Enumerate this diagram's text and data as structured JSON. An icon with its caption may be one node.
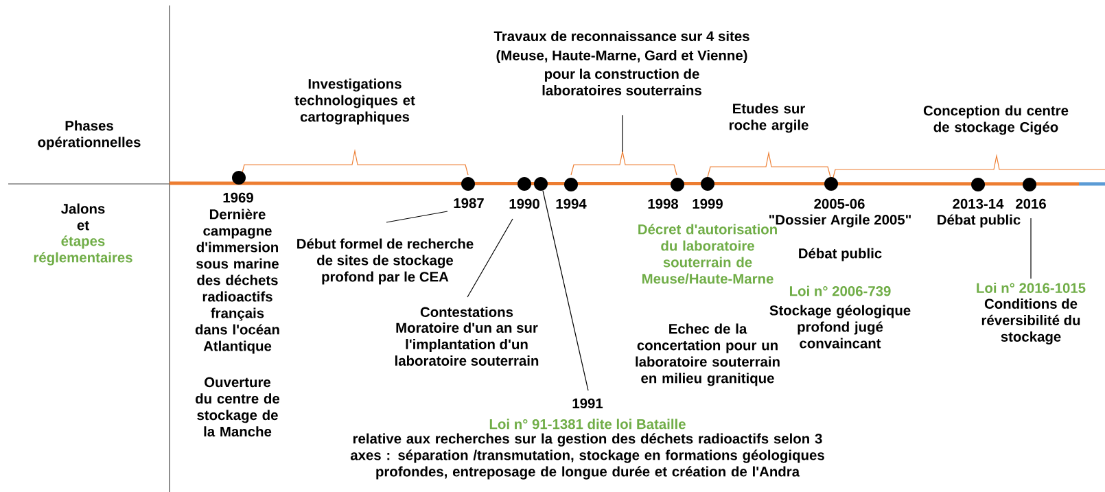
{
  "diagram": {
    "nodes": [
      {
        "text": [],
        "shape": "circle",
        "beside": [
          "1969",
          "Dernière campagne d'immersion sous marine des déchets radioactifs français dans l'océan Atlantique",
          "Ouverture du centre de stockage de la Manche"
        ]
      },
      {
        "text": [],
        "shape": "circle",
        "beside": [
          "1987"
        ]
      },
      {
        "text": [],
        "shape": "circle",
        "beside": [
          "1990"
        ]
      },
      {
        "text": [],
        "shape": "circle"
      },
      {
        "text": [],
        "shape": "circle",
        "beside": [
          "1994"
        ]
      },
      {
        "text": [],
        "shape": "circle",
        "beside": [
          "1998"
        ]
      },
      {
        "text": [],
        "shape": "circle",
        "beside": [
          "1999",
          "Décret d'autorisation du laboratoire souterrain de Meuse/Haute-Marne"
        ]
      },
      {
        "text": [],
        "shape": "circle",
        "beside": [
          "2005-06",
          "\"Dossier Argile 2005\"",
          "Débat public",
          "Loi n° 2006-739",
          "Stockage géologique profond jugé convaincant"
        ]
      },
      {
        "text": [],
        "shape": "circle",
        "beside": [
          "2013-14",
          "Débat public"
        ]
      },
      {
        "text": [],
        "shape": "circle",
        "beside": [
          "2016"
        ]
      },
      {
        "text": [
          "Début formel de recherche de sites de stockage profond par le CEA"
        ]
      },
      {
        "text": [
          "Contestations",
          "Moratoire d'un an sur l'implantation d'un laboratoire souterrain"
        ]
      },
      {
        "text": [
          "1991",
          "Loi n° 91-1381 dite loi Bataille"
        ],
        "beside": [
          "relative aux recherches sur la gestion des déchets radioactifs selon 3 axes : séparation /transmutation, stockage en formations géologiques profondes, entreposage de longue durée et création de l'Andra"
        ]
      },
      {
        "text": [
          "Loi n° 2016-1015",
          "Conditions de réversibilité du stockage"
        ]
      },
      {
        "text": [
          "Travaux de reconnaissance sur 4 sites",
          "(Meuse, Haute-Marne, Gard et Vienne)",
          "pour la construction de laboratoires souterrains"
        ]
      },
      {
        "text": [],
        "shape": "bracket"
      }
    ],
    "edges": [
      {
        "from": 10,
        "to": 1,
        "arrow": "none"
      },
      {
        "from": 11,
        "to": 2,
        "arrow": "none"
      },
      {
        "from": 12,
        "to": 3,
        "arrow": "none"
      },
      {
        "from": 13,
        "to": 9,
        "arrow": "none"
      },
      {
        "from": 14,
        "to": 15,
        "arrow": "none"
      }
    ],
    "labels": [
      "Phases opérationnelles",
      "Jalons et",
      "étapes réglementaires",
      "Investigations technologiques et cartographiques",
      "Etudes sur roche argile",
      "Conception du centre de stockage Cigéo",
      "Echec de la concertation pour un laboratoire souterrain en milieu granitique"
    ]
  }
}
